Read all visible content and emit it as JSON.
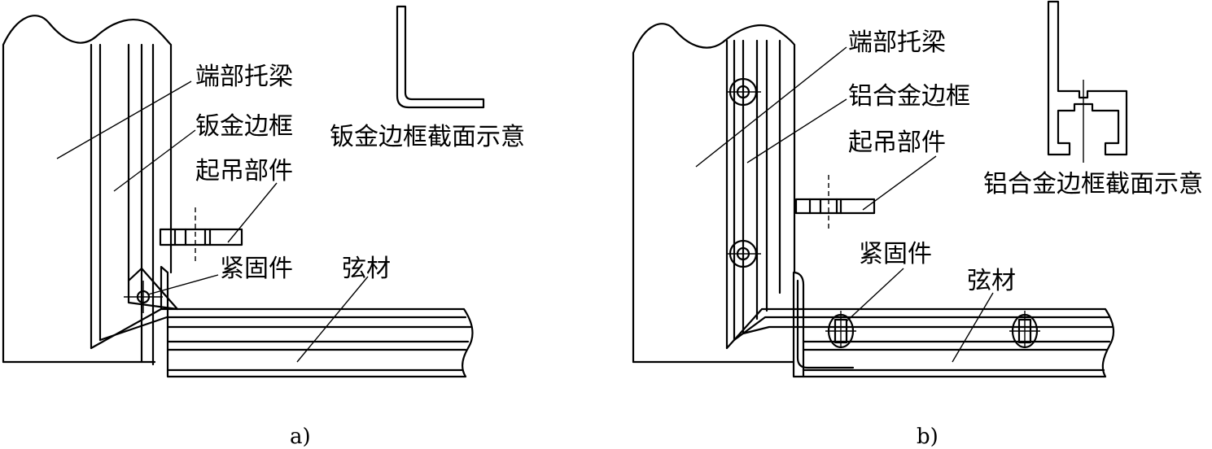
{
  "panel_a": {
    "labels": {
      "end_beam": "端部托梁",
      "sheet_frame": "钣金边框",
      "lifting_part": "起吊部件",
      "fastener": "紧固件",
      "chord": "弦材",
      "section_note": "钣金边框截面示意"
    },
    "caption": "a)"
  },
  "panel_b": {
    "labels": {
      "end_beam": "端部托梁",
      "alu_frame": "铝合金边框",
      "lifting_part": "起吊部件",
      "fastener": "紧固件",
      "chord": "弦材",
      "section_note": "铝合金边框截面示意"
    },
    "caption": "b)"
  }
}
